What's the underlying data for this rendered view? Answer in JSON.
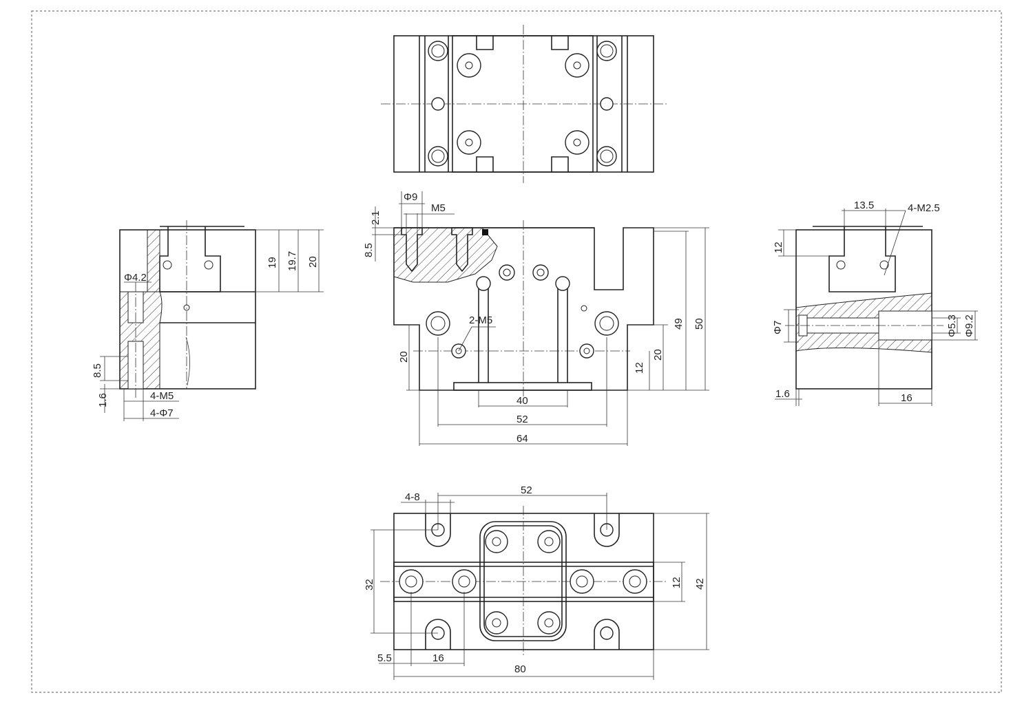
{
  "views": {
    "top_view": {},
    "front_view": {
      "labels": {
        "phi9": "Φ9",
        "m5": "M5",
        "d2_1": "2.1",
        "d8_5": "8.5",
        "m5_2": "2-M5",
        "d20_left": "20",
        "d12": "12",
        "d20_right": "20",
        "d49": "49",
        "d50": "50",
        "d40": "40",
        "d52": "52",
        "d64": "64"
      }
    },
    "left_view": {
      "labels": {
        "phi4_2": "Φ4.2",
        "d19": "19",
        "d19_7": "19.7",
        "d20": "20",
        "d8_5": "8.5",
        "d1_6": "1.6",
        "m5_4": "4-M5",
        "phi7_4": "4-Φ7"
      }
    },
    "right_view": {
      "labels": {
        "d13_5": "13.5",
        "m2_5": "4-M2.5",
        "d12": "12",
        "phi7": "Φ7",
        "phi5_3": "Φ5.3",
        "phi9_2": "Φ9.2",
        "d1_6": "1.6",
        "d16": "16"
      }
    },
    "bottom_view": {
      "labels": {
        "d4_8": "4-8",
        "d52": "52",
        "d32": "32",
        "d12": "12",
        "d42": "42",
        "d5_5": "5.5",
        "d16": "16",
        "d80": "80"
      }
    }
  }
}
